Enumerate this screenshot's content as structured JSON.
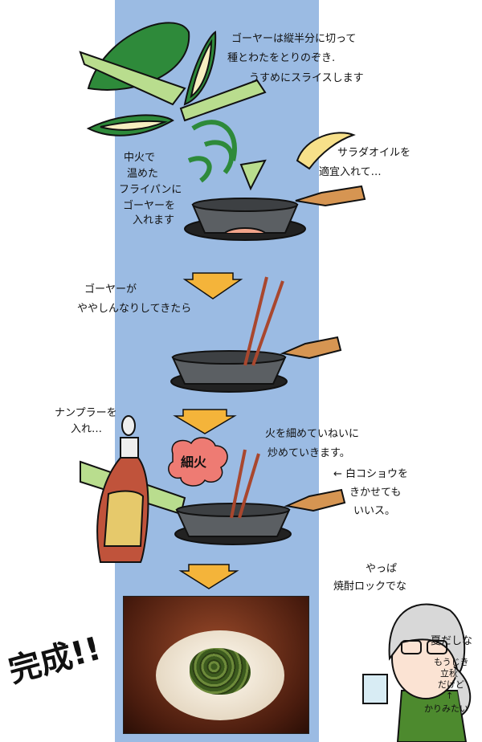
{
  "title": "ゴーヤー炒め",
  "steps": {
    "step1": [
      "ゴーヤーは縦半分に切って",
      "種とわたをとりのぞき.",
      "うすめにスライスします"
    ],
    "step2": [
      "中火で",
      "温めた",
      "フライパンに",
      "ゴーヤーを",
      "入れます"
    ],
    "step3": [
      "サラダオイルを",
      "適宜入れて…"
    ],
    "step4": [
      "ゴーヤーが",
      "ややしんなりしてきたら"
    ],
    "step5": [
      "ナンプラーを",
      "入れ…"
    ],
    "step6": [
      "火を細めていねいに",
      "炒めていきます。"
    ],
    "step7": [
      "← 白コショウを",
      "きかせても",
      "いいス。"
    ],
    "flame_label": "細火",
    "finish": "完成!!"
  },
  "character": {
    "line1": [
      "やっぱ",
      "焼酎ロックでな"
    ],
    "line2": "夏だしな",
    "note": [
      "もうじき",
      "立秋",
      "だけど",
      "↑",
      "かりみたい"
    ]
  },
  "colors": {
    "column": "#9bbbe3",
    "arrow": "#f4b43a",
    "pan": "#5b5f63",
    "handle": "#d69552",
    "goya": "#2e8a3a",
    "flame": "#ee7b73"
  }
}
